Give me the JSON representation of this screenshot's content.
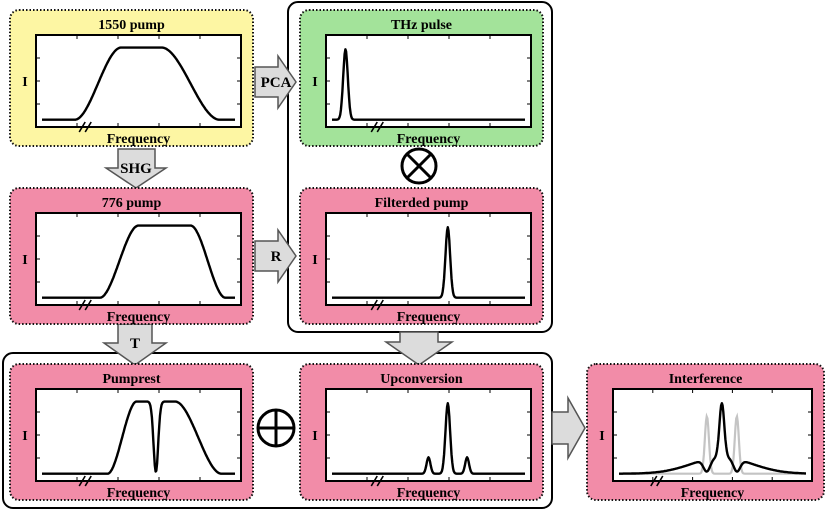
{
  "colors": {
    "yellow": "#fdf6a3",
    "green": "#a3e39a",
    "pink": "#f28ca8",
    "arrow_fill": "#dcdcdc",
    "ghost_trace": "#c4c4c4"
  },
  "panels": [
    {
      "id": "pump1550",
      "title": "1550 pump",
      "y_label": "I",
      "x_label": "Frequency",
      "color": "yellow",
      "trace": "plateau"
    },
    {
      "id": "thz",
      "title": "THz pulse",
      "y_label": "I",
      "x_label": "Frequency",
      "color": "green",
      "trace": "thz"
    },
    {
      "id": "pump776",
      "title": "776 pump",
      "y_label": "I",
      "x_label": "Frequency",
      "color": "pink",
      "trace": "plateau_shift"
    },
    {
      "id": "filtered",
      "title": "Filterded pump",
      "y_label": "I",
      "x_label": "Frequency",
      "color": "pink",
      "trace": "narrow_peak"
    },
    {
      "id": "pumprest",
      "title": "Pumprest",
      "y_label": "I",
      "x_label": "Frequency",
      "color": "pink",
      "trace": "notched"
    },
    {
      "id": "upconv",
      "title": "Upconversion",
      "y_label": "I",
      "x_label": "Frequency",
      "color": "pink",
      "trace": "upconversion"
    },
    {
      "id": "interf",
      "title": "Interference",
      "y_label": "I",
      "x_label": "Frequency",
      "color": "pink",
      "trace": "interference"
    }
  ],
  "arrows": {
    "pca": "PCA",
    "shg": "SHG",
    "r": "R",
    "t": "T"
  },
  "operators": {
    "multiply": "⊗",
    "add": "⊕"
  }
}
